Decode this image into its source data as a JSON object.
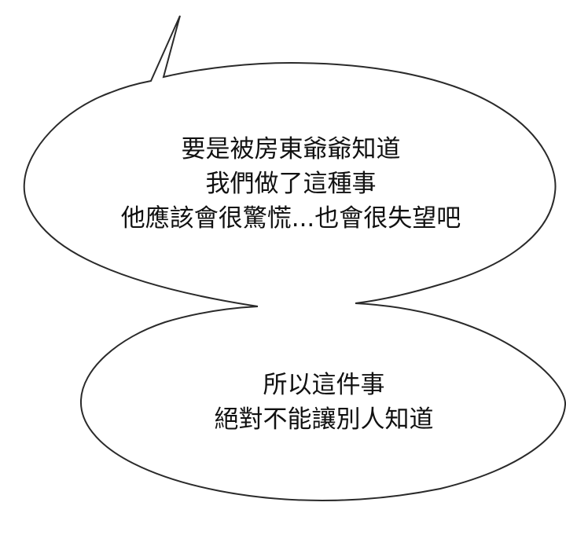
{
  "panel": {
    "background_color": "#ffffff",
    "outline_color": "#2a2a2a",
    "text_color": "#111111"
  },
  "bubbles": [
    {
      "id": "top",
      "has_tail": true,
      "tail_direction": "up",
      "lines": [
        "要是被房東爺爺知道",
        "我們做了這種事",
        "他應該會很驚慌...也會很失望吧"
      ]
    },
    {
      "id": "bottom",
      "has_tail": false,
      "lines": [
        "所以這件事",
        "絕對不能讓別人知道"
      ]
    }
  ]
}
